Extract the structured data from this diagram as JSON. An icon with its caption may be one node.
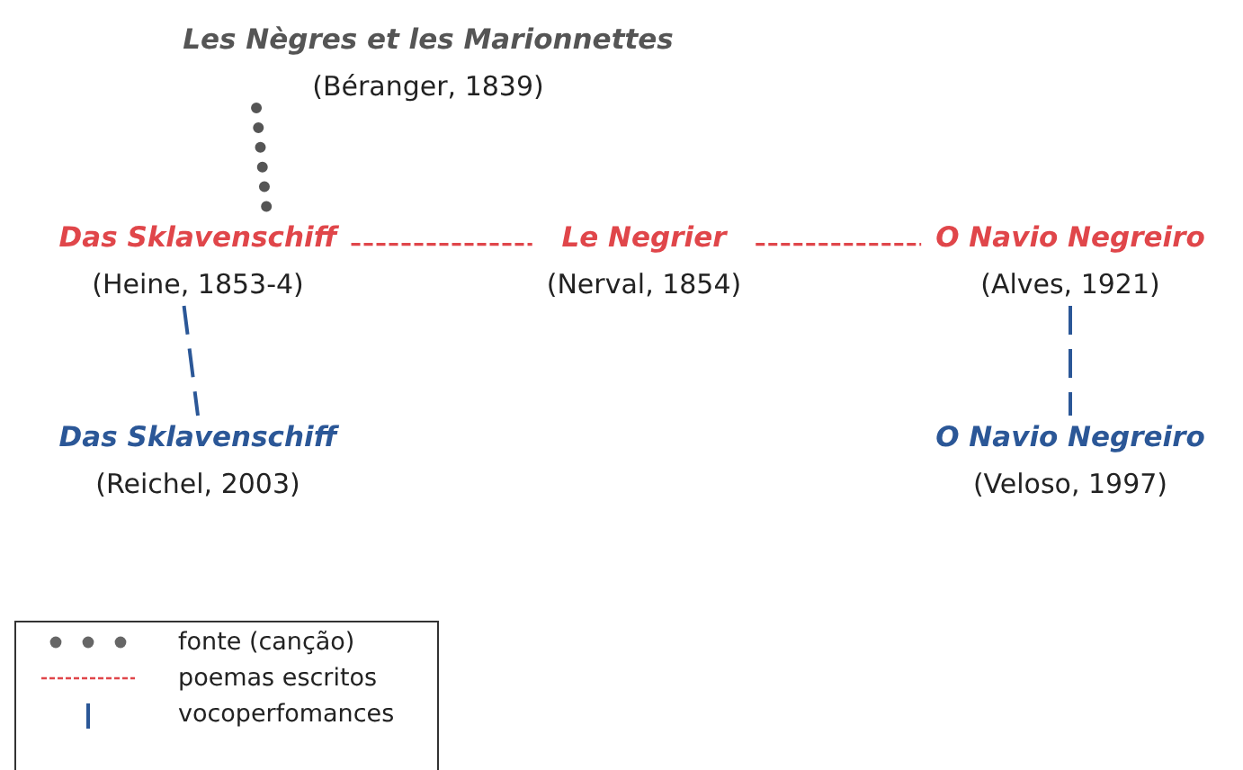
{
  "diagram": {
    "nodes": [
      {
        "text": [
          "Les  Nègres et les Marionnettes",
          "(Béranger, 1839)"
        ]
      },
      {
        "text": [
          "Das Sklavenschiff",
          "(Heine, 1853-4)"
        ]
      },
      {
        "text": [
          "Le Negrier",
          "(Nerval, 1854)"
        ]
      },
      {
        "text": [
          "O Navio Negreiro",
          "(Alves, 1921)"
        ]
      },
      {
        "text": [
          "Das Sklavenschiff",
          "(Reichel, 2003)"
        ]
      },
      {
        "text": [
          "O Navio Negreiro",
          "(Veloso, 1997)"
        ]
      }
    ],
    "edges": [
      {
        "from": 0,
        "to": 1,
        "arrow": "none",
        "style": "dashed",
        "color": "#555555"
      },
      {
        "from": 1,
        "to": 2,
        "arrow": "none",
        "style": "dashed",
        "color": "#e0464a"
      },
      {
        "from": 2,
        "to": 3,
        "arrow": "none",
        "style": "dashed",
        "color": "#e0464a"
      },
      {
        "from": 1,
        "to": 4,
        "arrow": "none",
        "style": "dashed",
        "color": "#2b5797"
      },
      {
        "from": 3,
        "to": 5,
        "arrow": "none",
        "style": "dashed",
        "color": "#2b5797"
      }
    ],
    "legend": [
      {
        "text": "fonte (canção)"
      },
      {
        "text": "poemas escritos"
      },
      {
        "text": "vocoperfomances"
      }
    ]
  }
}
